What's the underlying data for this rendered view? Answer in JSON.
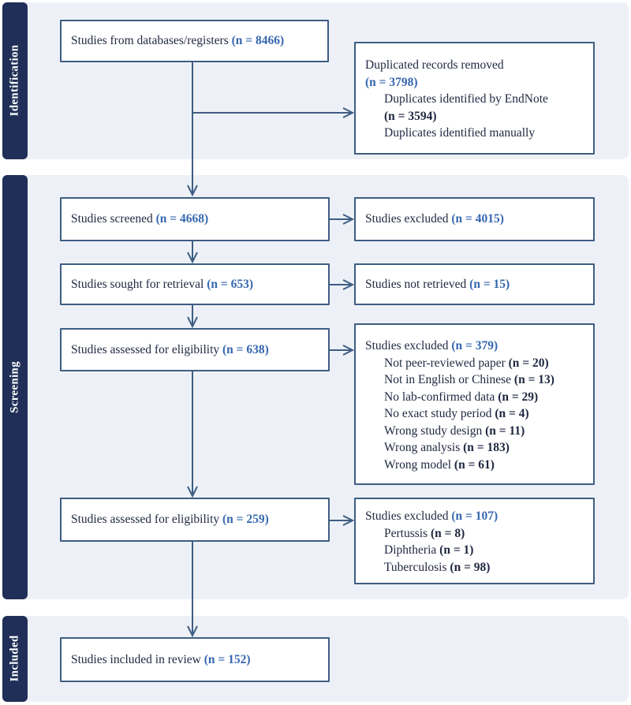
{
  "sections": {
    "identification": "Identification",
    "screening": "Screening",
    "included": "Included"
  },
  "boxes": {
    "databases": {
      "label": "Studies from databases/registers ",
      "n": "(n = 8466)"
    },
    "duplicates": {
      "label": "Duplicated records removed",
      "n": "(n = 3798)",
      "endnote_label": "Duplicates identified by EndNote",
      "endnote_n": "(n = 3594)",
      "manual_label": "Duplicates identified manually"
    },
    "screened": {
      "label": "Studies screened ",
      "n": "(n = 4668)"
    },
    "excluded_screen": {
      "label": "Studies excluded ",
      "n": "(n = 4015)"
    },
    "sought": {
      "label": "Studies sought for retrieval ",
      "n": "(n = 653)"
    },
    "not_retrieved": {
      "label": "Studies not retrieved ",
      "n": "(n = 15)"
    },
    "assessed1": {
      "label": "Studies assessed for eligibility ",
      "n": "(n = 638)"
    },
    "excluded_elig1": {
      "label": "Studies excluded ",
      "n": "(n = 379)",
      "reasons": [
        {
          "label": "Not peer-reviewed paper ",
          "n": "(n = 20)"
        },
        {
          "label": "Not in English or Chinese ",
          "n": "(n = 13)"
        },
        {
          "label": "No lab-confirmed data ",
          "n": "(n = 29)"
        },
        {
          "label": "No exact study period ",
          "n": "(n = 4)"
        },
        {
          "label": "Wrong study design ",
          "n": "(n = 11)"
        },
        {
          "label": "Wrong analysis ",
          "n": "(n = 183)"
        },
        {
          "label": "Wrong model ",
          "n": "(n = 61)"
        }
      ]
    },
    "assessed2": {
      "label": "Studies assessed for eligibility ",
      "n": "(n = 259)"
    },
    "excluded_elig2": {
      "label": "Studies excluded ",
      "n": "(n = 107)",
      "reasons": [
        {
          "label": "Pertussis ",
          "n": "(n = 8)"
        },
        {
          "label": "Diphtheria ",
          "n": "(n = 1)"
        },
        {
          "label": "Tuberculosis ",
          "n": "(n = 98)"
        }
      ]
    },
    "included_review": {
      "label": "Studies included in review ",
      "n": "(n = 152)"
    }
  },
  "colors": {
    "section_background": "#edf1f7",
    "section_tab": "#1f2f57",
    "box_border": "#3e5d82",
    "arrow": "#3e5d82",
    "count_highlight": "#3567b0",
    "text": "#1f2740"
  }
}
